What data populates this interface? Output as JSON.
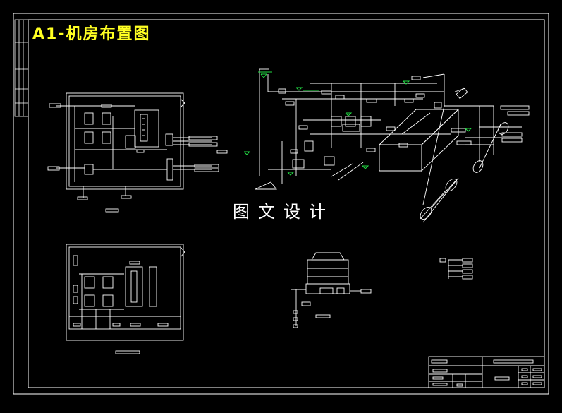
{
  "drawing": {
    "title": "A1-机房布置图",
    "watermark": "图文设计"
  },
  "colors": {
    "background": "#000000",
    "frame": "#ffffff",
    "title": "#ffff22",
    "pipe_annotation": "#22dd44"
  },
  "regions": [
    "outer-border",
    "inner-frame",
    "left-margin-strip",
    "plan-view-upper",
    "plan-view-lower",
    "isometric-piping-system",
    "cooling-tower-elevation",
    "legend-callouts",
    "title-block"
  ]
}
